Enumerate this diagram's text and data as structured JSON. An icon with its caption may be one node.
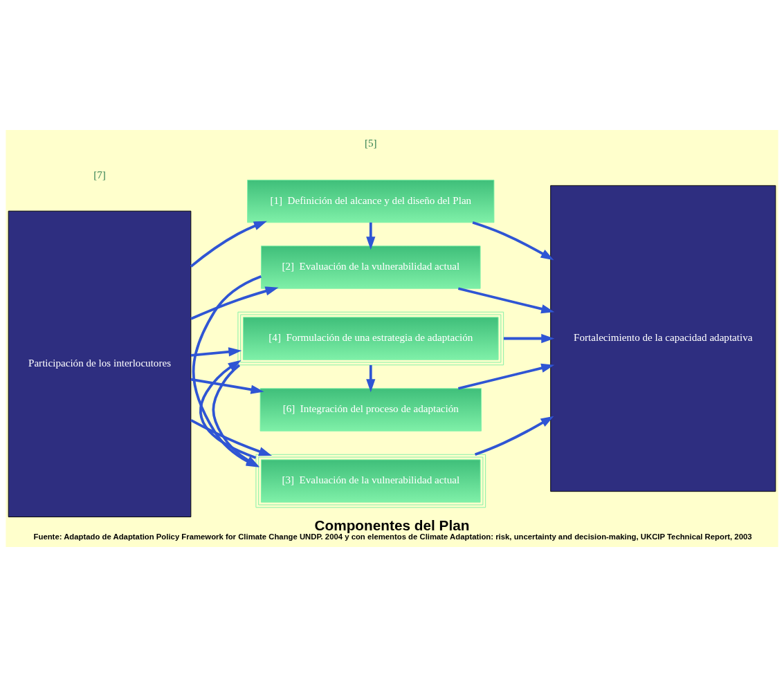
{
  "diagram": {
    "title": "Componentes del Plan",
    "caption": "Fuente: Adaptado de Adaptation Policy Framework for Climate Change UNDP. 2004 y con elementos de Climate Adaptation: risk, uncertainty and decision-making, UKCIP Technical Report, 2003",
    "nodes": [
      {
        "text": [
          "Participación de los interlocutores"
        ]
      },
      {
        "text": [
          "[1]  Definición del alcance y del diseño del Plan"
        ]
      },
      {
        "text": [
          "[2]  Evaluación de la vulnerabilidad actual"
        ]
      },
      {
        "text": [
          "[3]  Evaluación de la vulnerabilidad actual"
        ]
      },
      {
        "text": [
          "[4]  Formulación de una estrategia de adaptación"
        ]
      },
      {
        "text": [
          "[6]  Integración del proceso de adaptación"
        ]
      },
      {
        "text": [
          "Fortalecimiento de la capacidad adaptativa"
        ]
      }
    ],
    "edges": [
      {
        "from": 0,
        "to": 1,
        "arrow": "to"
      },
      {
        "from": 0,
        "to": 2,
        "arrow": "to"
      },
      {
        "from": 0,
        "to": 3,
        "arrow": "to"
      },
      {
        "from": 0,
        "to": 4,
        "arrow": "to"
      },
      {
        "from": 0,
        "to": 5,
        "arrow": "to"
      },
      {
        "from": 1,
        "to": 6,
        "arrow": "to"
      },
      {
        "from": 2,
        "to": 6,
        "arrow": "to"
      },
      {
        "from": 3,
        "to": 6,
        "arrow": "to"
      },
      {
        "from": 4,
        "to": 6,
        "arrow": "to"
      },
      {
        "from": 5,
        "to": 6,
        "arrow": "to"
      },
      {
        "from": 1,
        "to": 2,
        "arrow": "to"
      },
      {
        "from": 2,
        "to": 3,
        "arrow": "to"
      },
      {
        "from": 4,
        "to": 3,
        "arrow": "to"
      },
      {
        "from": 3,
        "to": 4,
        "arrow": "to"
      },
      {
        "from": 4,
        "to": 5,
        "arrow": "to"
      }
    ],
    "labels": [
      "[7]",
      "[5]"
    ]
  }
}
